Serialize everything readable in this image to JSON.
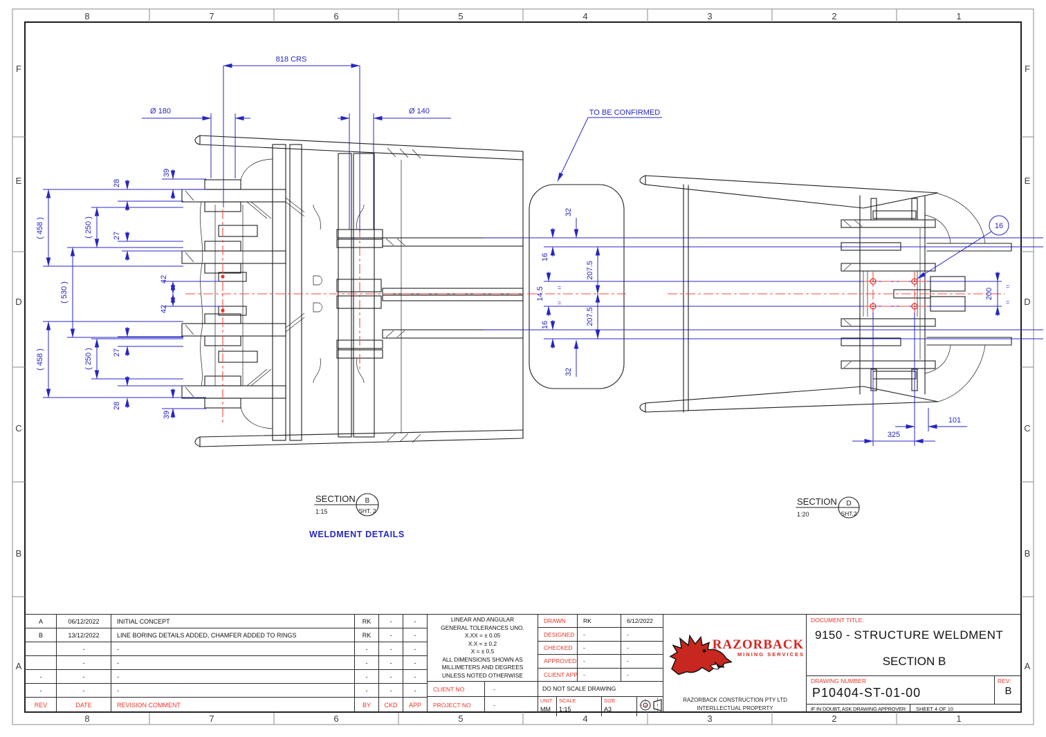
{
  "colors": {
    "dimension_blue": "#2626c4",
    "centerline_red": "#f4473c",
    "accent_red": "#e8352b",
    "line_black": "#1d1d1f",
    "brand_red": "#d6251f"
  },
  "sheet": {
    "grid_columns": [
      "8",
      "7",
      "6",
      "5",
      "4",
      "3",
      "2",
      "1"
    ],
    "grid_rows": [
      "F",
      "E",
      "D",
      "C",
      "B",
      "A"
    ]
  },
  "views": {
    "left": {
      "label": "SECTION",
      "scale": "1:15",
      "letter": "B",
      "sheet_ref": "SHT. 2",
      "caption": "WELDMENT DETAILS"
    },
    "right": {
      "label": "SECTION",
      "scale": "1:20",
      "letter": "D",
      "sheet_ref": "SHT.2"
    }
  },
  "annotations": {
    "to_be_confirmed": "TO BE CONFIRMED",
    "balloon": "16"
  },
  "dims": {
    "crs": "818  CRS",
    "dia_180": "Ø 180",
    "dia_140": "Ø 140",
    "d39": "39",
    "d28": "28",
    "d27": "27",
    "d42": "42",
    "r458": "( 458 )",
    "r250": "( 250 )",
    "r530": "( 530 )",
    "d32": "32",
    "d16": "16",
    "d207_5": "207.5",
    "d14_5": "14.5",
    "eq": "=",
    "d200": "200",
    "d325": "325",
    "d101": "101"
  },
  "revision_table": {
    "headers": [
      "REV",
      "DATE",
      "REVISION COMMENT",
      "BY",
      "CKD",
      "APP"
    ],
    "rows": [
      [
        "A",
        "06/12/2022",
        "INITIAL CONCEPT",
        "RK",
        "-",
        "-"
      ],
      [
        "B",
        "13/12/2022",
        "LINE BORING DETAILS ADDED, CHAMFER ADDED TO RINGS",
        "RK",
        "-",
        "-"
      ],
      [
        "",
        "-",
        "-",
        "-",
        "-",
        "-"
      ],
      [
        "",
        "-",
        "-",
        "-",
        "-",
        "-"
      ],
      [
        "-",
        "-",
        "-",
        "-",
        "-",
        "-"
      ],
      [
        "-",
        "-",
        "-",
        "-",
        "-",
        "-"
      ]
    ]
  },
  "tolerance_block": {
    "lines": [
      "LINEAR AND ANGULAR",
      "GENERAL TOLERANCES UNO.",
      "X.XX =  ± 0.05",
      "X.X =  ± 0.2",
      "X =  ± 0.5",
      "ALL DIMENSIONS SHOWN AS",
      "MILLIMETERS AND DEGREES",
      "UNLESS NOTED OTHERWISE"
    ],
    "client_no_label": "CLIENT  NO",
    "client_no_value": "-",
    "project_no_label": "PROJECT  NO",
    "project_no_value": "-"
  },
  "approval_table": {
    "rows": [
      {
        "label": "DRAWN",
        "by": "RK",
        "date": "6/12/2022"
      },
      {
        "label": "DESIGNED",
        "by": "-",
        "date": "-"
      },
      {
        "label": "CHECKED",
        "by": "-",
        "date": "-"
      },
      {
        "label": "APPROVED",
        "by": "-",
        "date": "-"
      },
      {
        "label": "CLIENT APP",
        "by": "-",
        "date": "-"
      }
    ],
    "do_not_scale": "DO NOT SCALE DRAWING",
    "unit_label": "UNIT",
    "unit_value": "MM",
    "scale_label": "SCALE",
    "scale_value": "1:15",
    "size_label": "SIZE",
    "size_value": "A3"
  },
  "logo": {
    "brand": "RAZORBACK",
    "tagline": "MINING SERVICES",
    "footer_line1": "RAZORBACK CONSTRUCTION PTY LTD",
    "footer_line2": "INTERLLECTUAL PROPERTY"
  },
  "title_block": {
    "document_title_label": "DOCUMENT TITLE:",
    "title": "9150 - STRUCTURE WELDMENT",
    "subtitle": "SECTION B",
    "drawing_number_label": "DRAWING NUMBER",
    "drawing_number": "P10404-ST-01-00",
    "rev_label": "REV:",
    "rev": "B",
    "note": "IF IN DOUBT, ASK DRAWING APPROVER",
    "sheet": "SHEET 4 OF 10"
  }
}
